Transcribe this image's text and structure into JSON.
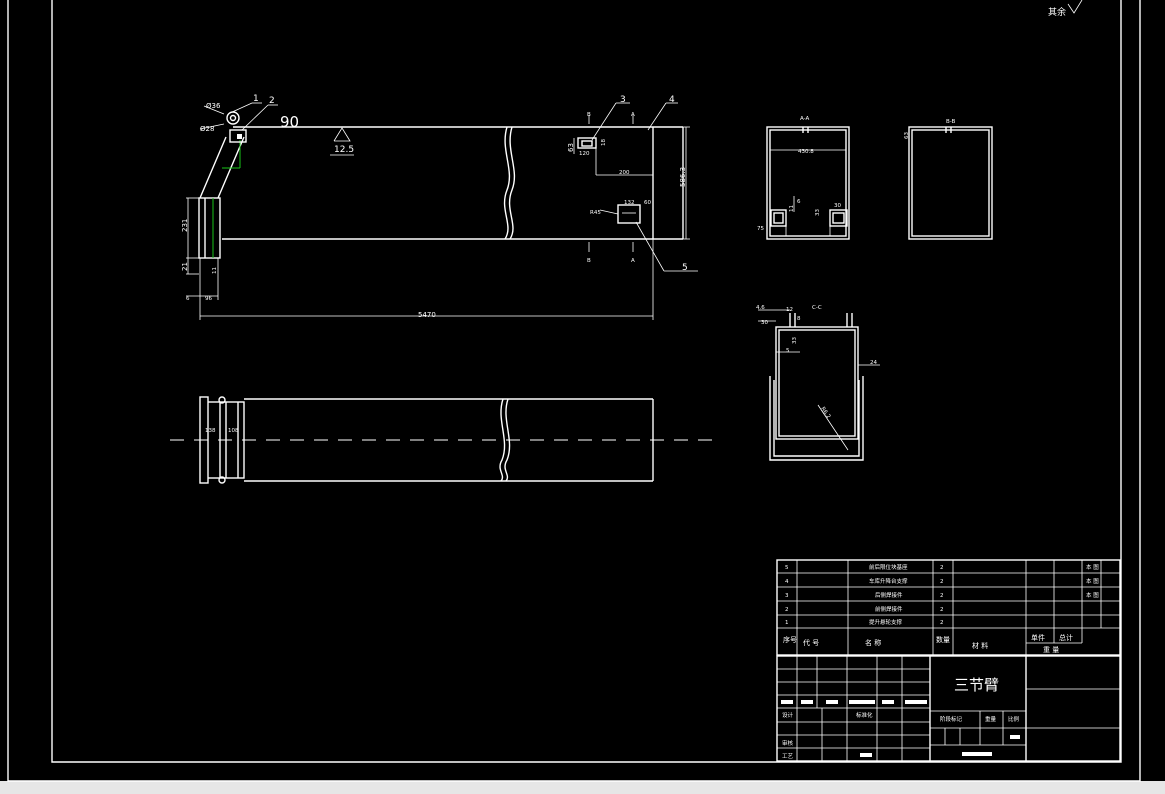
{
  "colors": {
    "background": "#000000",
    "lines": "#ffffff",
    "construction": "#19c419",
    "outer_margin": "#e6e6e6"
  },
  "roughness_note": "其余",
  "front_view": {
    "balloons": [
      "1",
      "2",
      "3",
      "4",
      "5"
    ],
    "dims": {
      "d_top": "Ø36",
      "d_small": "Ø28",
      "angle": "90",
      "roughness": "12.5",
      "h63": "63",
      "w120": "120",
      "w18": "18",
      "w200": "200",
      "h586": "586.3",
      "w132": "132",
      "w60": "60",
      "r45": "R45",
      "h231": "231",
      "h21": "21",
      "v11": "11",
      "w6": "6",
      "w96": "96",
      "total_length": "5470"
    },
    "section_marks": [
      "B",
      "A",
      "B",
      "A"
    ]
  },
  "top_view": {
    "dims": {
      "w138": "138",
      "w108": "108"
    }
  },
  "section_aa": {
    "title": "A-A",
    "dims": {
      "w430": "430.8",
      "h6": "6",
      "h11": "11",
      "h33": "33",
      "w30": "30",
      "w75": "75"
    }
  },
  "section_bb": {
    "title": "B-B",
    "dims": {
      "h63": "63"
    }
  },
  "section_cc": {
    "title": "C-C",
    "dims": {
      "d46": "4.6",
      "w12": "12",
      "w30": "30",
      "h5": "5",
      "h33": "33",
      "w8": "8",
      "w24": "24",
      "r": "R6.2"
    }
  },
  "parts_list": {
    "rows": [
      {
        "no": "5",
        "name": "前后限位块基座",
        "qty": "2",
        "note": "本 图"
      },
      {
        "no": "4",
        "name": "车库升降台支撑",
        "qty": "2",
        "note": "本 图"
      },
      {
        "no": "3",
        "name": "后侧焊接件",
        "qty": "2",
        "note": "本 图"
      },
      {
        "no": "2",
        "name": "前侧焊接件",
        "qty": "2",
        "note": ""
      },
      {
        "no": "1",
        "name": "提升悬轮支撑",
        "qty": "2",
        "note": ""
      }
    ],
    "header": {
      "no": "序号",
      "code": "代 号",
      "name": "名 称",
      "qty": "数量",
      "material": "材 料",
      "unit": "单件",
      "total": "总计",
      "weight": "重 量"
    }
  },
  "title_block": {
    "drawing_name": "三节臂",
    "labels": {
      "design": "设计",
      "std": "标准化",
      "check": "审核",
      "process": "工艺",
      "stage": "阶段标记",
      "weight": "重量",
      "scale": "比例"
    }
  }
}
